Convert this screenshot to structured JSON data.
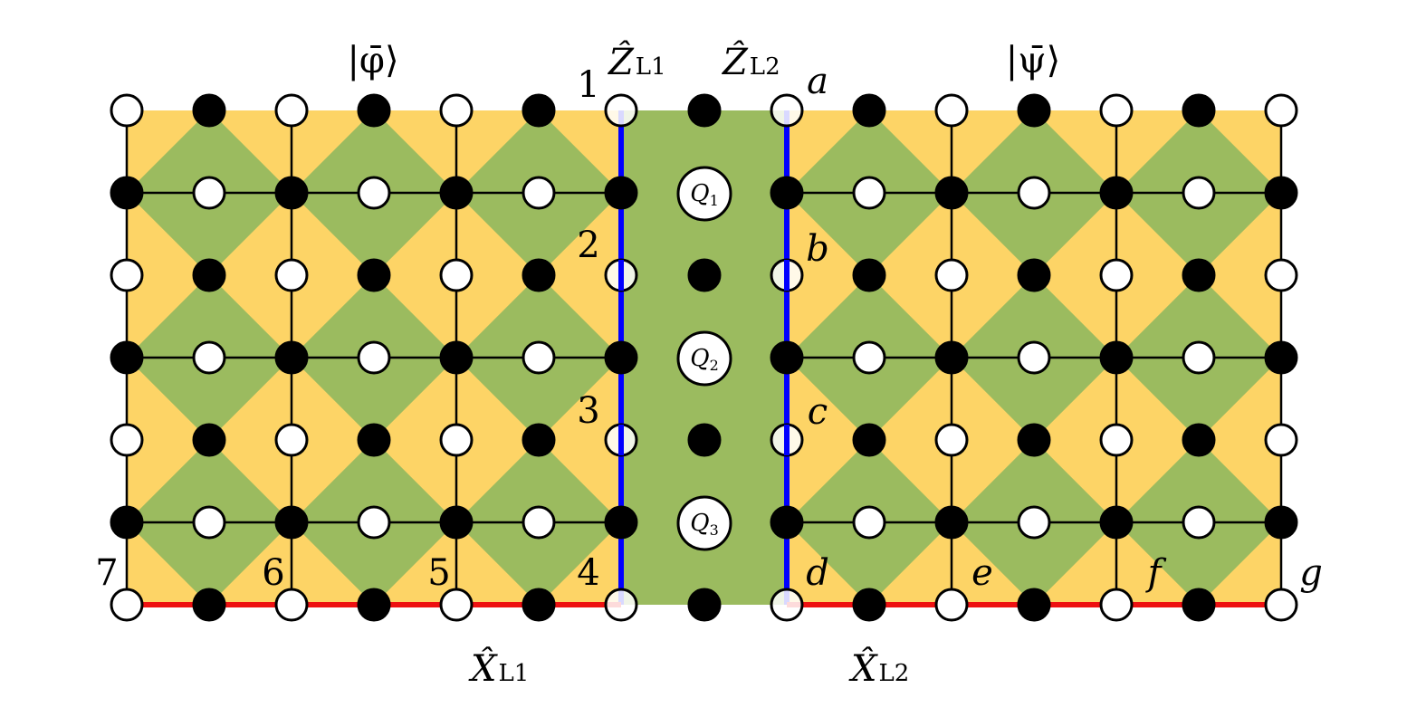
{
  "colors": {
    "green": "#9bbb5f",
    "yellow": "#fdd466",
    "blue_operator": "#0000ff",
    "red_operator": "#ee1111",
    "black_qubit": "#000000",
    "white_qubit": "#ffffff"
  },
  "states": {
    "left": "|φ̄⟩",
    "right": "|ψ̄⟩"
  },
  "operators": {
    "z_l1": {
      "symbol": "Ẑ",
      "subscript": "L1"
    },
    "z_l2": {
      "symbol": "Ẑ",
      "subscript": "L2"
    },
    "x_l1": {
      "symbol": "X̂",
      "subscript": "L1"
    },
    "x_l2": {
      "symbol": "X̂",
      "subscript": "L2"
    }
  },
  "left_patch_labels": [
    "1",
    "2",
    "3",
    "4",
    "5",
    "6",
    "7"
  ],
  "right_patch_labels": [
    "a",
    "b",
    "c",
    "d",
    "e",
    "f",
    "g"
  ],
  "ancilla_qubits": [
    {
      "symbol": "Q",
      "subscript": "1"
    },
    {
      "symbol": "Q",
      "subscript": "2"
    },
    {
      "symbol": "Q",
      "subscript": "3"
    }
  ]
}
